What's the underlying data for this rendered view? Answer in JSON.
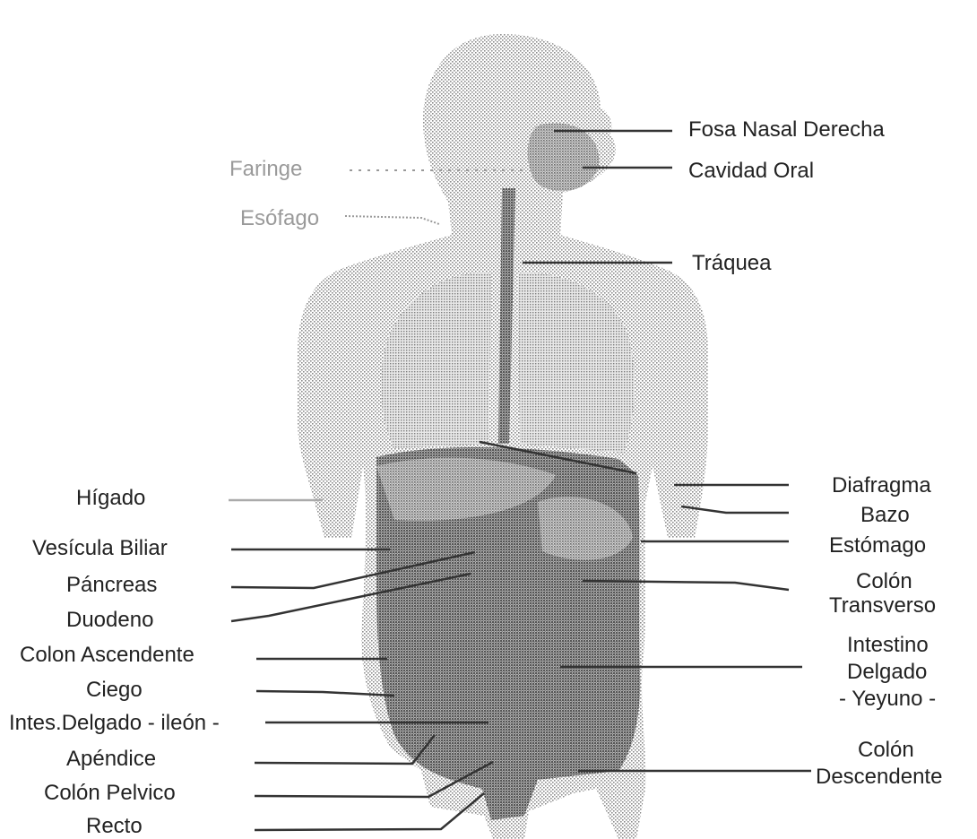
{
  "labels": {
    "fosa_nasal": "Fosa Nasal Derecha",
    "cavidad_oral": "Cavidad Oral",
    "faringe": "Faringe",
    "esofago": "Esófago",
    "traquea": "Tráquea",
    "higado": "Hígado",
    "vesicula": "Vesícula Biliar",
    "pancreas": "Páncreas",
    "duodeno": "Duodeno",
    "colon_ascendente": "Colon Ascendente",
    "ciego": "Ciego",
    "ileon": "Intes.Delgado - ileón -",
    "apendice": "Apéndice",
    "colon_pelvico": "Colón Pelvico",
    "recto": "Recto",
    "diafragma": "Diafragma",
    "bazo": "Bazo",
    "estomago": "Estómago",
    "colon_transverso_1": "Colón",
    "colon_transverso_2": "Transverso",
    "intestino_1": "Intestino",
    "intestino_2": "Delgado",
    "intestino_3": "- Yeyuno -",
    "colon_desc_1": "Colón",
    "colon_desc_2": "Descendente"
  }
}
